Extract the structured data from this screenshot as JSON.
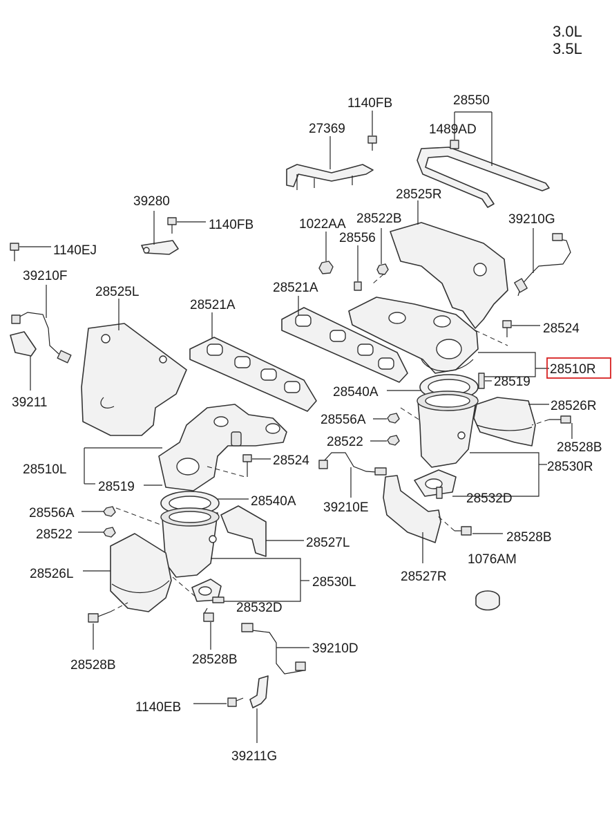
{
  "engine_labels": [
    "3.0L",
    "3.5L"
  ],
  "highlight_color": "#d62020",
  "highlighted_part": "28510R",
  "parts": {
    "p1140FB_top": "1140FB",
    "p28550": "28550",
    "p27369": "27369",
    "p1489AD": "1489AD",
    "p28525R": "28525R",
    "p39280": "39280",
    "p1140FB_mid": "1140FB",
    "p1022AA": "1022AA",
    "p28522B": "28522B",
    "p39210G": "39210G",
    "p1140EJ": "1140EJ",
    "p28556": "28556",
    "p39210F": "39210F",
    "p28525L": "28525L",
    "p28521A_left": "28521A",
    "p28521A_right": "28521A",
    "p28524_right": "28524",
    "p28510R": "28510R",
    "p28519_right": "28519",
    "p39211": "39211",
    "p28540A_right": "28540A",
    "p28526R": "28526R",
    "p28556A_right": "28556A",
    "p28528B_right": "28528B",
    "p28522_right": "28522",
    "p28524_left": "28524",
    "p28510L": "28510L",
    "p28530R": "28530R",
    "p28519_left": "28519",
    "p28540A_left": "28540A",
    "p28532D_right": "28532D",
    "p39210E": "39210E",
    "p28556A_left": "28556A",
    "p28528B_mid": "28528B",
    "p28522_left": "28522",
    "p28527L": "28527L",
    "p1076AM": "1076AM",
    "p28526L": "28526L",
    "p28530L": "28530L",
    "p28527R": "28527R",
    "p28532D_left": "28532D",
    "p39210D": "39210D",
    "p28528B_left": "28528B",
    "p28528B_low": "28528B",
    "p1140EB": "1140EB",
    "p39211G": "39211G"
  }
}
